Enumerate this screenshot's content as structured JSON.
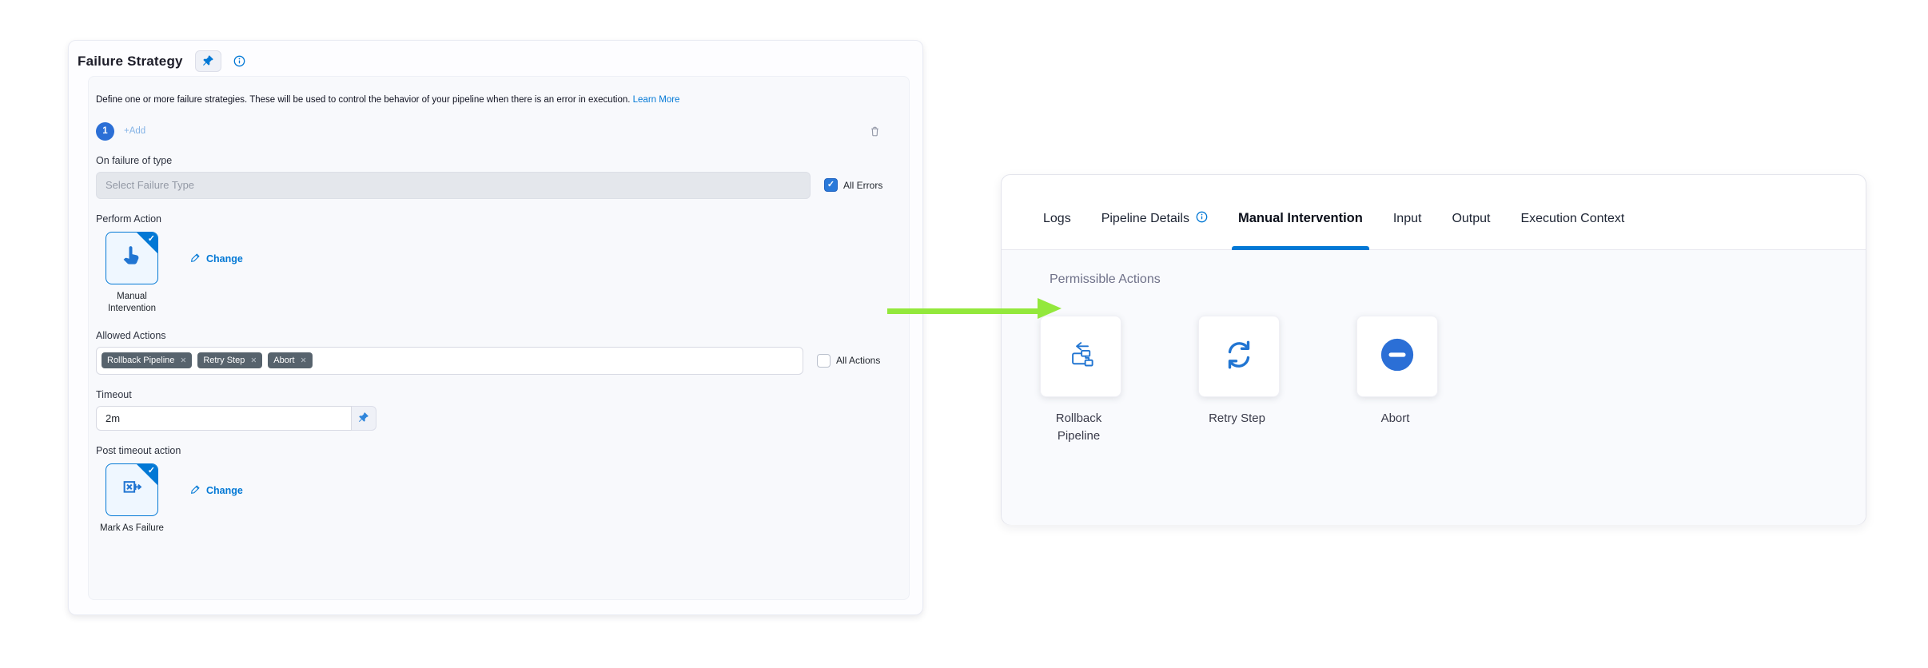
{
  "colors": {
    "primary_blue": "#0278d5",
    "icon_blue": "#2175d2",
    "chip_blue": "#2b6fd6",
    "arrow_green": "#93e83c",
    "tag_background": "#57636d"
  },
  "icons": {
    "pin": "pushpin-icon",
    "info": "info-circle-icon",
    "trash": "trash-icon",
    "manual_intervention": "pointing-hand-icon",
    "mark_as_failure": "box-x-arrow-icon",
    "pencil": "pencil-icon",
    "check": "checkmark-icon",
    "remove_tag": "x-icon",
    "rollback": "rollback-pipeline-icon",
    "retry": "circular-arrows-icon",
    "abort": "minus-circle-icon"
  },
  "failure_strategy": {
    "title": "Failure Strategy",
    "description": "Define one or more failure strategies. These will be used to control the behavior of your pipeline when there is an error in execution.",
    "learn_more_label": "Learn More",
    "strategy_index": "1",
    "add_label": "+Add",
    "on_failure_label": "On failure of type",
    "failure_type_placeholder": "Select Failure Type",
    "all_errors_label": "All Errors",
    "all_errors_checked": true,
    "perform_action_label": "Perform Action",
    "perform_action_name": "Manual Intervention",
    "change_label": "Change",
    "allowed_actions_label": "Allowed Actions",
    "allowed_actions": [
      "Rollback Pipeline",
      "Retry Step",
      "Abort"
    ],
    "all_actions_label": "All Actions",
    "all_actions_checked": false,
    "timeout_label": "Timeout",
    "timeout_value": "2m",
    "post_timeout_label": "Post timeout action",
    "post_timeout_action_name": "Mark As Failure"
  },
  "details_panel": {
    "tabs": [
      {
        "label": "Logs",
        "active": false
      },
      {
        "label": "Pipeline Details",
        "active": false,
        "has_info_icon": true
      },
      {
        "label": "Manual Intervention",
        "active": true
      },
      {
        "label": "Input",
        "active": false
      },
      {
        "label": "Output",
        "active": false
      },
      {
        "label": "Execution Context",
        "active": false
      }
    ],
    "section_title": "Permissible Actions",
    "actions": [
      {
        "label": "Rollback Pipeline",
        "icon": "rollback-pipeline-icon"
      },
      {
        "label": "Retry Step",
        "icon": "circular-arrows-icon"
      },
      {
        "label": "Abort",
        "icon": "minus-circle-icon"
      }
    ]
  }
}
